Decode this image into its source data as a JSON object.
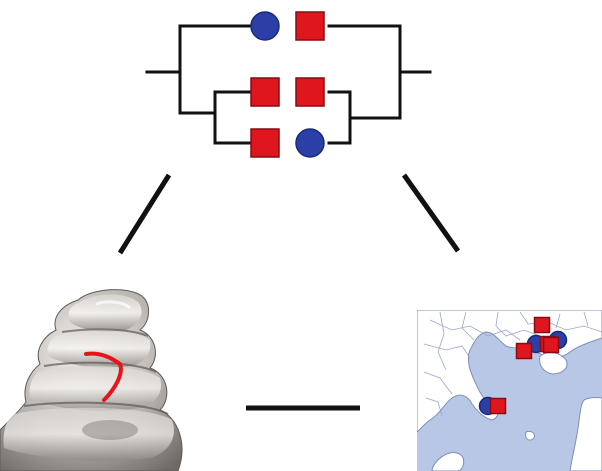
{
  "colors": {
    "line": "#111111",
    "circle_fill": "#2b3fa6",
    "circle_stroke": "#1a2a7a",
    "square_fill": "#e0161f",
    "square_stroke": "#8a0c12",
    "land": "#ffffff",
    "sea": "#b9c7e6",
    "border": "#7f8fb5",
    "shell_dark": "#7c7874",
    "shell_light": "#e2dedb",
    "stripe": "#ea1a22"
  },
  "diagram": {
    "root_group": "outer",
    "leaves": [
      {
        "name": "leaf-top",
        "markers": [
          "circle",
          "square"
        ]
      },
      {
        "name": "leaf-middle",
        "markers": [
          "square",
          "square"
        ]
      },
      {
        "name": "leaf-bottom",
        "markers": [
          "square",
          "circle"
        ]
      }
    ],
    "clade": "middle-bottom"
  },
  "panels": {
    "left": "shell-photograph",
    "right": "distribution-map"
  },
  "map_markers": [
    {
      "shape": "square",
      "region": "north"
    },
    {
      "shape": "circle",
      "region": "north"
    },
    {
      "shape": "square",
      "region": "north"
    },
    {
      "shape": "circle",
      "region": "north"
    },
    {
      "shape": "square",
      "region": "north"
    },
    {
      "shape": "square",
      "region": "north"
    },
    {
      "shape": "circle",
      "region": "south"
    },
    {
      "shape": "square",
      "region": "south"
    }
  ]
}
